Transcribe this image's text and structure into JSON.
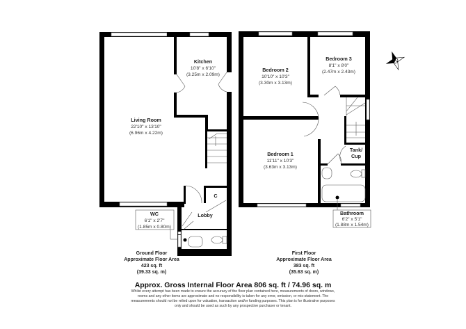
{
  "ground_floor": {
    "rooms": {
      "living_room": {
        "name": "Living Room",
        "imperial": "22'10\" x 13'10\"",
        "metric": "(6.96m x 4.22m)"
      },
      "kitchen": {
        "name": "Kitchen",
        "imperial": "10'8\" x 6'10\"",
        "metric": "(3.25m x 2.09m)"
      },
      "wc": {
        "name": "WC",
        "imperial": "6'1\" x 2'7\"",
        "metric": "(1.85m x 0.80m)"
      },
      "lobby": {
        "name": "Lobby"
      },
      "cupboard": {
        "name": "C"
      }
    },
    "summary": {
      "title": "Ground Floor",
      "subtitle": "Approximate Floor Area",
      "imperial": "423 sq. ft",
      "metric": "(39.33 sq. m)"
    }
  },
  "first_floor": {
    "rooms": {
      "bedroom2": {
        "name": "Bedroom 2",
        "imperial": "10'10\" x 10'3\"",
        "metric": "(3.30m x 3.13m)"
      },
      "bedroom3": {
        "name": "Bedroom 3",
        "imperial": "8'1\" x 8'0\"",
        "metric": "(2.47m x 2.43m)"
      },
      "bedroom1": {
        "name": "Bedroom 1",
        "imperial": "11'11\" x 10'3\"",
        "metric": "(3.63m x 3.13m)"
      },
      "tank": {
        "line1": "Tank/",
        "line2": "Cup"
      },
      "bathroom": {
        "name": "Bathroom",
        "imperial": "6'2\" x 5'1\"",
        "metric": "(1.88m x 1.54m)"
      }
    },
    "summary": {
      "title": "First Floor",
      "subtitle": "Approximate Floor Area",
      "imperial": "383 sq. ft",
      "metric": "(35.63 sq. m)"
    }
  },
  "footer": {
    "total": "Approx. Gross Internal Floor Area 806 sq. ft / 74.96 sq. m",
    "disclaimer": [
      "Whilst every attempt has been made to ensure the accuracy of the floor plan contained here, measurements of doors, windows,",
      "rooms and any other items are approximate and no responsibility is taken for any error, omission, or mis-statement. The",
      "measurements should not be relied upon for valuation, transaction and/or funding purposes. This plan is for illustrative purposes",
      "only and should be used as such by any prospective purchaser or tenant."
    ]
  },
  "icons": {
    "compass": "compass-rose-icon"
  }
}
